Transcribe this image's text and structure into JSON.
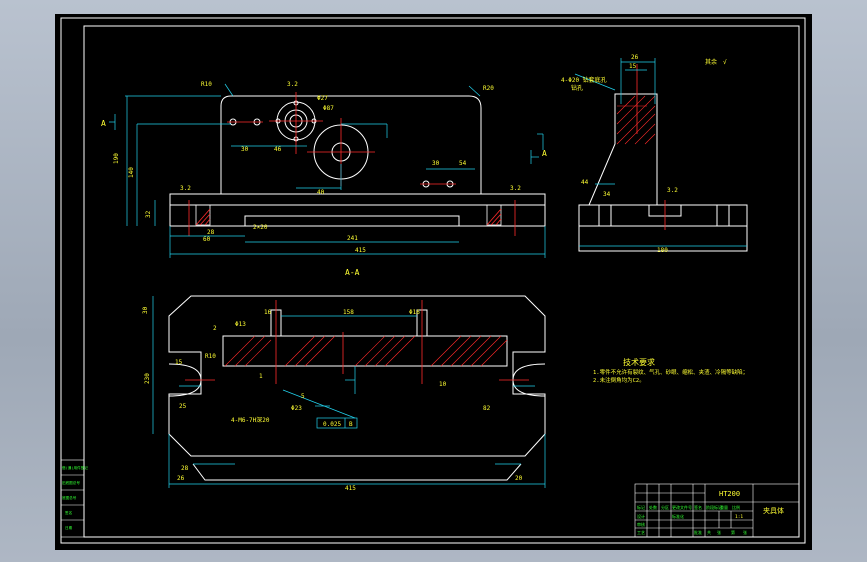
{
  "colors": {
    "background": "#000000",
    "outline": "#ffffff",
    "dimension": "#22d3ee",
    "centerline": "#ff2b2b",
    "hatch": "#ff2b2b",
    "text_yellow": "#ffff33",
    "text_green": "#33ff33"
  },
  "front_view": {
    "dims": {
      "r_top_left": "R10",
      "r_top_right": "R20",
      "height_190": "190",
      "height_140": "140",
      "d_30": "30",
      "d_46": "46",
      "d_40": "40",
      "d_32": "32",
      "d_30b": "30",
      "d_54": "54",
      "d_28": "28",
      "d_60": "60",
      "d_241": "241",
      "d_415": "415",
      "hole_large": "Φ87",
      "hole_small": "Φ27",
      "rough_1": "3.2",
      "rough_2": "3.2",
      "rough_3": "3.2",
      "slot_dim": "2×20"
    },
    "section_marks": [
      "A",
      "A"
    ]
  },
  "side_view": {
    "note_top": "4-Φ20 钻套底孔",
    "note_top2": "钻孔",
    "roughness_label": "其余",
    "roughness_symbol": "√",
    "dims": {
      "w_26": "26",
      "w_15": "15",
      "d_44": "44",
      "d_34": "34",
      "d_180": "180",
      "rough": "3.2"
    }
  },
  "section_view": {
    "title": "A-A",
    "dims": {
      "d_30": "30",
      "d_230": "230",
      "r_10": "R10",
      "d_25": "25",
      "d_15": "15",
      "d_158": "158",
      "d_16": "16",
      "phi_13": "Φ13",
      "phi_16": "Φ16",
      "thread": "4-M6-7H深20",
      "phi_23": "Φ23",
      "d_28": "28",
      "d_26": "26",
      "d_415": "415",
      "d_20": "20",
      "d_82": "82",
      "d_10": "10",
      "d_5": "5",
      "d_2": "2",
      "d_1": "1",
      "tolerance": "0.025",
      "datum": "B"
    }
  },
  "tech_req": {
    "title": "技术要求",
    "items": [
      "1.零件不允许有裂纹、气孔、砂眼、缩松、夹渣、冷隔等缺陷；",
      "2.未注倒角均为C2。"
    ]
  },
  "title_block": {
    "material": "HT200",
    "part_name": "夹具体",
    "rows": [
      "标记",
      "处数",
      "分区",
      "更改文件号",
      "签名",
      "年月日"
    ],
    "sub": [
      "设计",
      "审核",
      "工艺",
      "批准",
      "标准化"
    ],
    "scale_labels": [
      "阶段标记",
      "重量",
      "比例"
    ],
    "scale_value": "1:1",
    "sheet": [
      "共",
      "张",
      "第",
      "张"
    ]
  },
  "left_strip": [
    "借(通)用件登记",
    "旧底图总号",
    "底图总号",
    "签名",
    "日期"
  ]
}
